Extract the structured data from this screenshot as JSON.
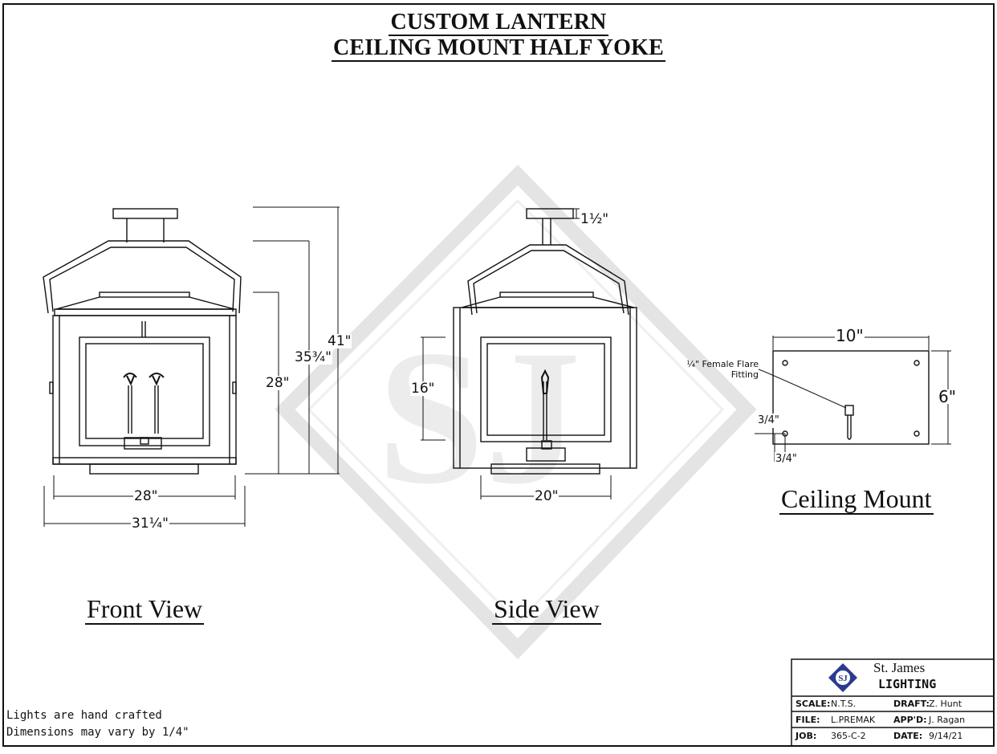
{
  "title": {
    "line1": "CUSTOM LANTERN",
    "line2": "CEILING MOUNT HALF YOKE"
  },
  "views": {
    "front": {
      "label": "Front View",
      "dim_width_inner": "28\"",
      "dim_width_outer": "31¼\"",
      "dim_height_body": "28\"",
      "dim_height_mid": "35¾\"",
      "dim_height_total": "41\""
    },
    "side": {
      "label": "Side View",
      "dim_width": "20\"",
      "dim_glass_height": "16\"",
      "dim_canopy": "1½\""
    },
    "ceiling_mount": {
      "label": "Ceiling Mount",
      "dim_width": "10\"",
      "dim_height": "6\"",
      "dim_offset_x": "3/4\"",
      "dim_offset_y": "3/4\"",
      "fitting_note_line1": "¼\" Female Flare",
      "fitting_note_line2": "Fitting"
    }
  },
  "notes": {
    "line1": "Lights are hand crafted",
    "line2": "Dimensions may vary by 1/4\""
  },
  "title_block": {
    "company_line1": "St. James",
    "company_line2": "LIGHTING",
    "logo_text": "SJ",
    "scale_key": "SCALE:",
    "scale_val": "N.T.S.",
    "draft_key": "DRAFT:",
    "draft_val": "Z. Hunt",
    "file_key": "FILE:",
    "file_val": "L.PREMAK",
    "appd_key": "APP'D:",
    "appd_val": "J. Ragan",
    "job_key": "JOB:",
    "job_val": "365-C-2",
    "date_key": "DATE:",
    "date_val": "9/14/21"
  },
  "colors": {
    "ink": "#111111",
    "watermark": "#e6e6e6",
    "logo_blue": "#2b3a8f"
  }
}
